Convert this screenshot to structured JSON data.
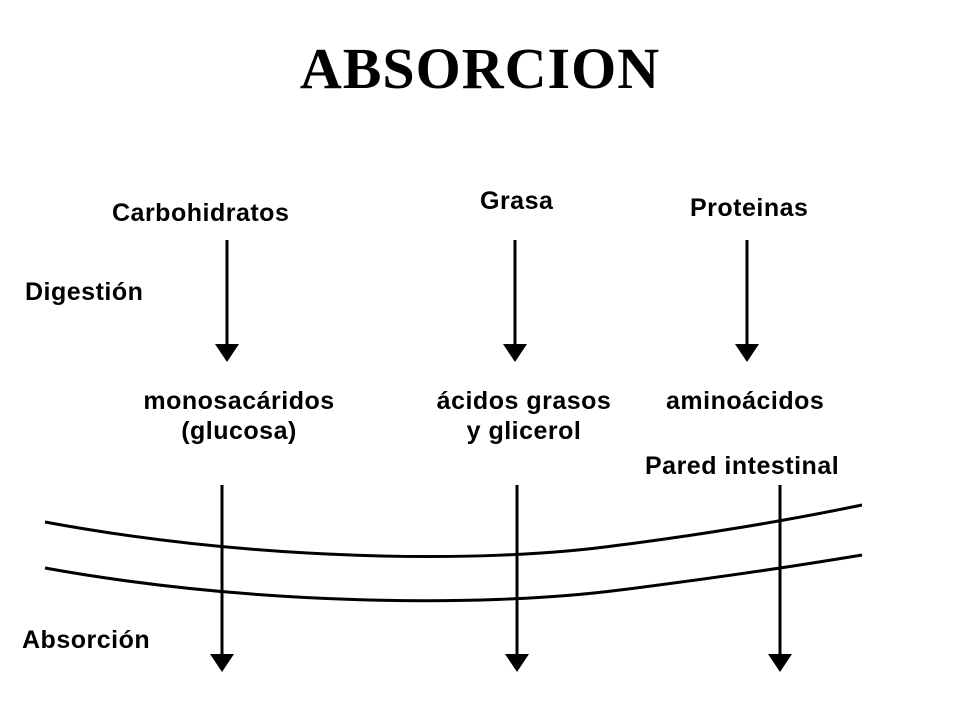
{
  "title": "ABSORCION",
  "stage_labels": {
    "digestion": "Digestión",
    "absorption": "Absorción",
    "wall": "Pared intestinal"
  },
  "columns": [
    {
      "nutrient": "Carbohidratos",
      "product_line1": "monosacáridos",
      "product_line2": "(glucosa)"
    },
    {
      "nutrient": "Grasa",
      "product_line1": "ácidos grasos",
      "product_line2": "y glicerol"
    },
    {
      "nutrient": "Proteinas",
      "product_line1": "aminoácidos",
      "product_line2": ""
    }
  ]
}
